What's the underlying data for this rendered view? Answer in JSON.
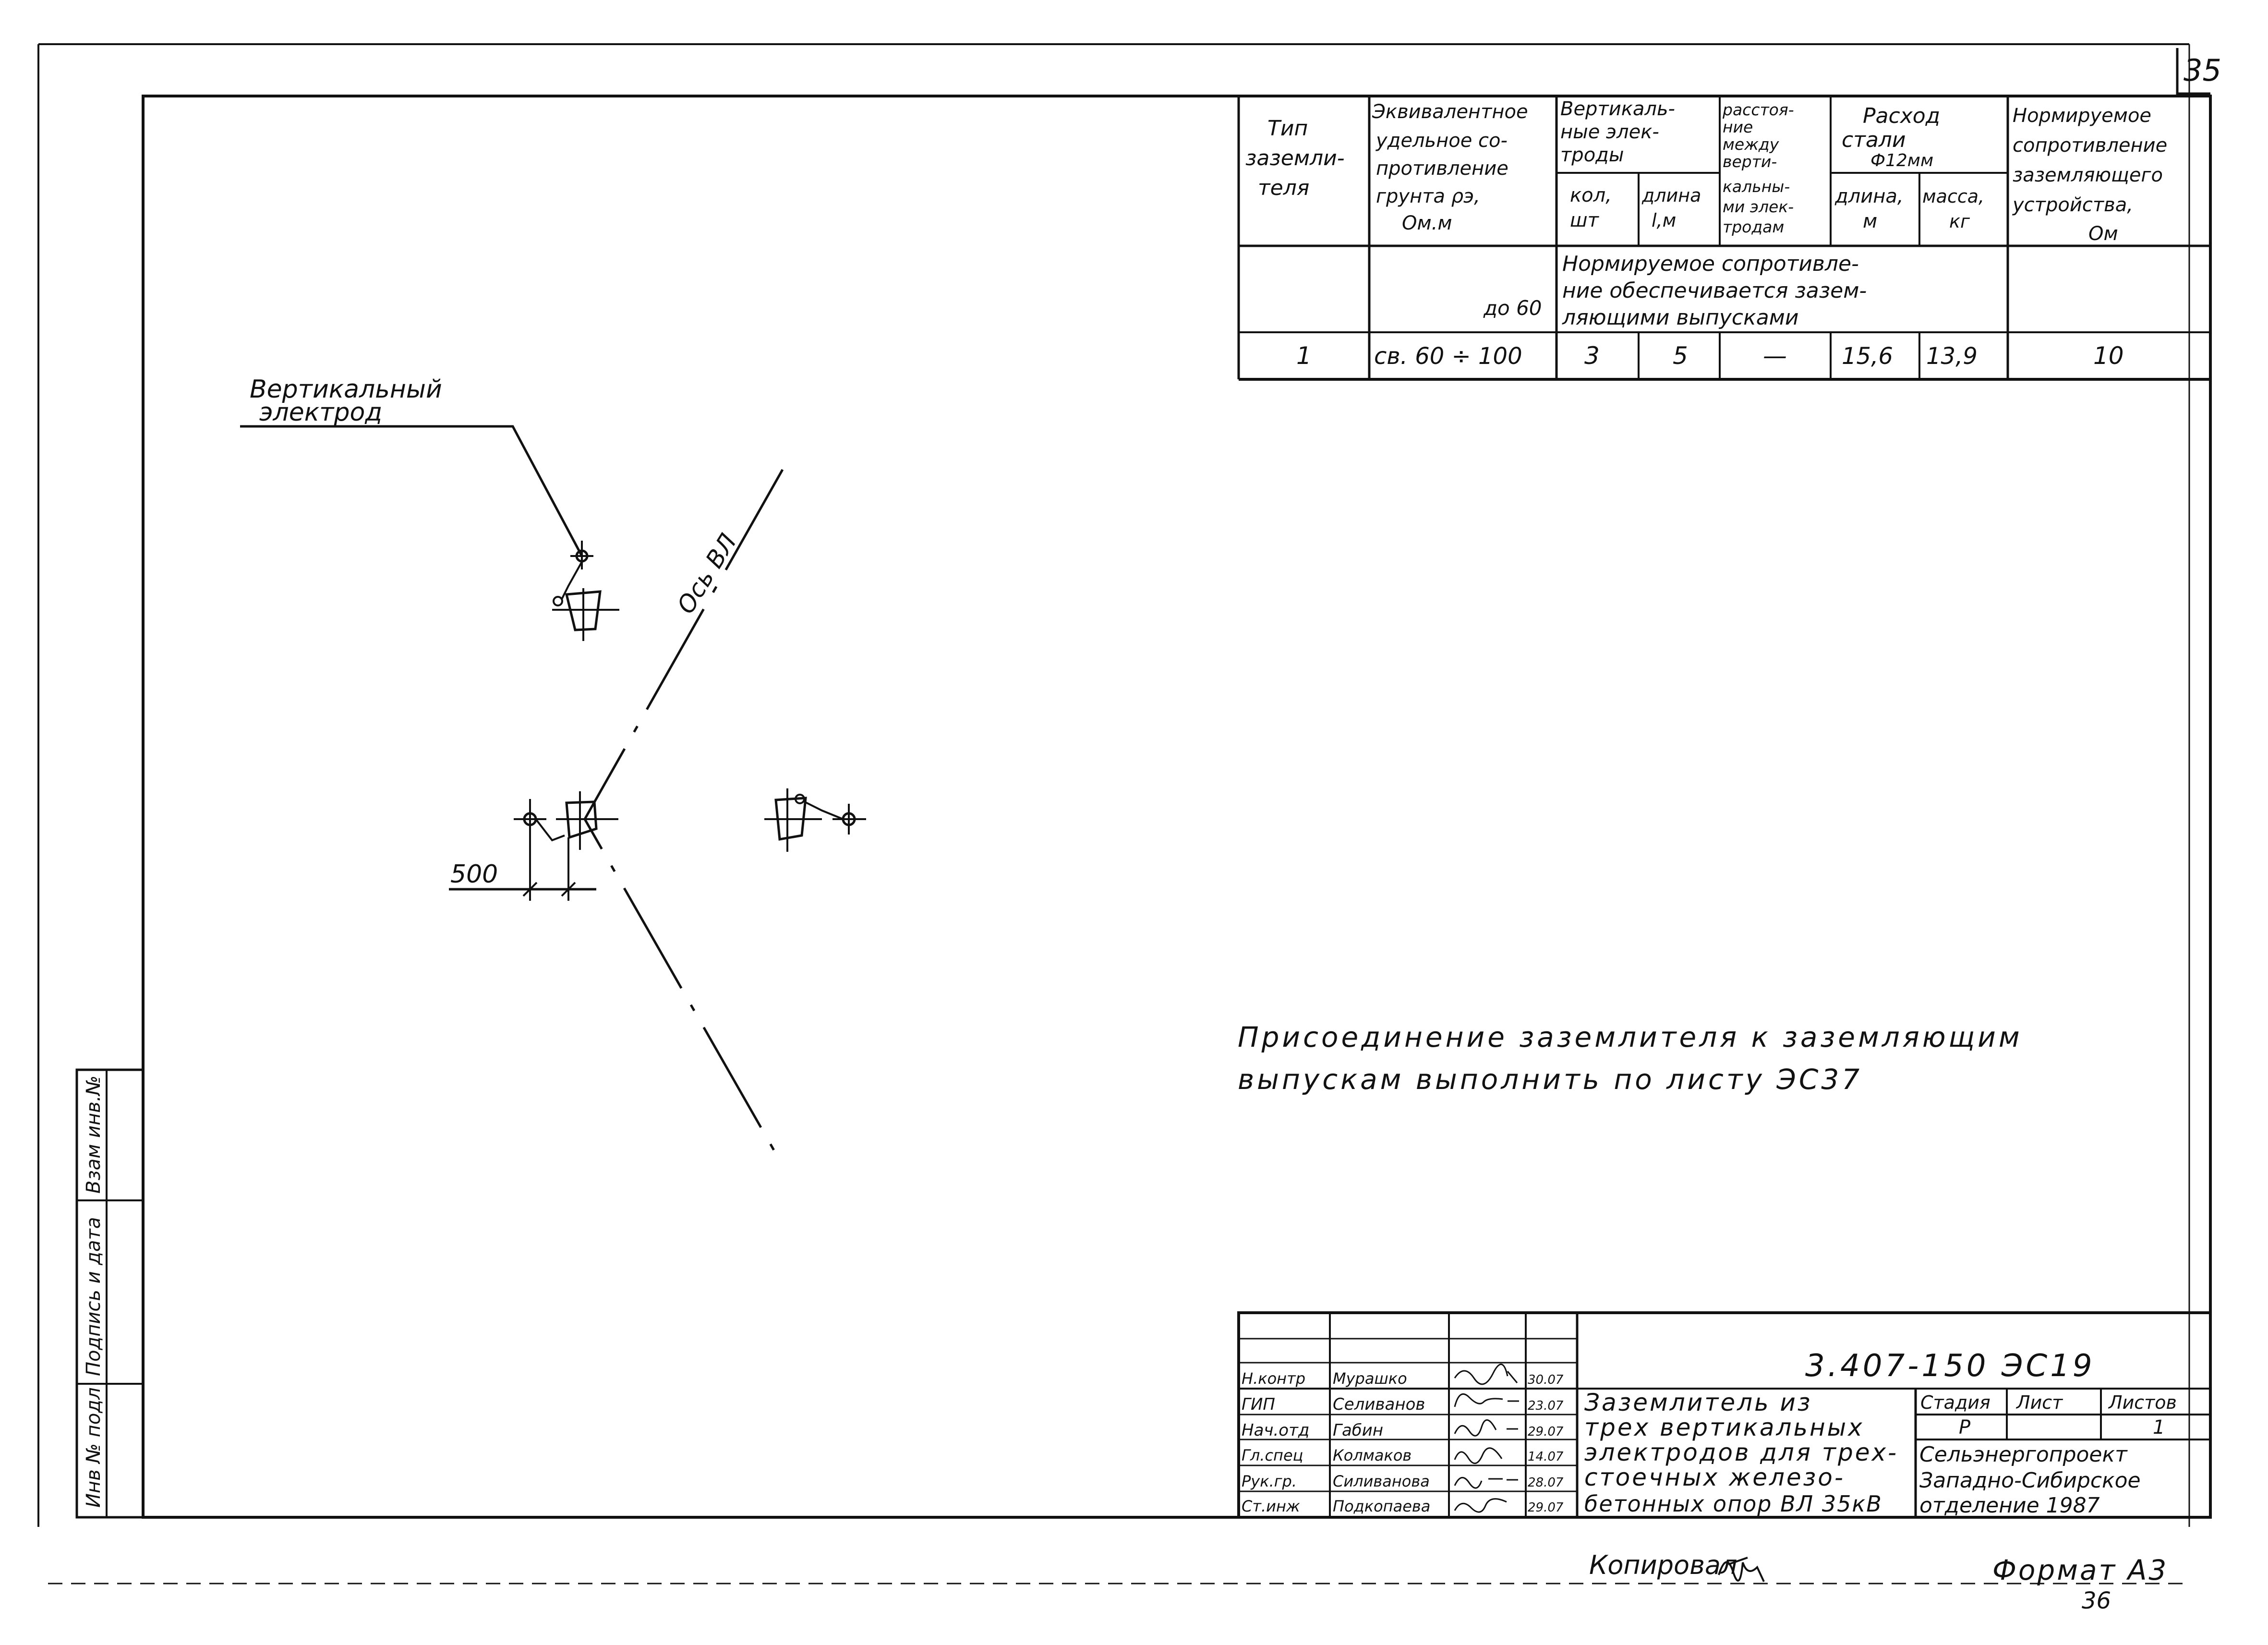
{
  "sheet": {
    "page_number": "35",
    "footer_copied": "Копировал",
    "footer_format": "Формат А3",
    "footer_sheet_count": "36"
  },
  "param_table": {
    "h_type": [
      "Тип",
      "заземли-",
      "теля"
    ],
    "h_resistivity": [
      "Эквивалентное",
      "удельное со-",
      "противление",
      "грунта ρэ,",
      "Ом.м"
    ],
    "h_vert": [
      "Вертикаль-",
      "ные элек-",
      "троды"
    ],
    "h_count": [
      "кол,",
      "шт"
    ],
    "h_length": [
      "длина",
      "l,м"
    ],
    "h_distance": [
      "расстоя-",
      "ние",
      "между",
      "верти-",
      "кальны-",
      "ми элек-",
      "тродам"
    ],
    "h_steel": [
      "Расход",
      "стали",
      "Ф12мм"
    ],
    "h_steel_len": [
      "длина,",
      "м"
    ],
    "h_steel_mass": [
      "масса,",
      "кг"
    ],
    "h_norm": [
      "Нормируемое",
      "сопротивление",
      "заземляющего",
      "устройства,",
      "Ом"
    ],
    "row1": {
      "resistivity": "до 60",
      "note": [
        "Нормируемое сопротивле-",
        "ние обеспечивается зазем-",
        "ляющими выпусками"
      ]
    },
    "row2": {
      "type": "1",
      "resistivity": "св. 60 ÷ 100",
      "count": "3",
      "length": "5",
      "distance": "—",
      "steel_length": "15,6",
      "steel_mass": "13,9",
      "norm": "10"
    }
  },
  "drawing": {
    "label_electrode": [
      "Вертикальный",
      "электрод"
    ],
    "label_axis": "Ось ВЛ",
    "dim_500": "500"
  },
  "note": {
    "line1": "Присоединение заземлителя к заземляющим",
    "line2": "выпускам выполнить по листу ЭС37"
  },
  "side_stamp": {
    "inv_original": "Инв № подл",
    "signature_date": "Подпись и дата",
    "replaces_inv": "Взам инв.№"
  },
  "title_block": {
    "code": "3.407-150   ЭС19",
    "roles": [
      {
        "role": "Н.контр",
        "name": "Мурашко",
        "date": "30.07"
      },
      {
        "role": "ГИП",
        "name": "Селиванов",
        "date": "23.07"
      },
      {
        "role": "Нач.отд",
        "name": "Габин",
        "date": "29.07"
      },
      {
        "role": "Гл.спец",
        "name": "Колмаков",
        "date": "14.07"
      },
      {
        "role": "Рук.гр.",
        "name": "Силиванова",
        "date": "28.07"
      },
      {
        "role": "Ст.инж",
        "name": "Подкопаева",
        "date": "29.07"
      }
    ],
    "doc_title": [
      "Заземлитель из",
      "трех вертикальных",
      "электродов для трех-",
      "стоечных железо-",
      "бетонных опор ВЛ 35кВ"
    ],
    "h_stage": "Стадия",
    "h_sheet": "Лист",
    "h_sheets": "Листов",
    "stage": "Р",
    "sheets": "1",
    "org": [
      "Сельэнергопроект",
      "Западно-Сибирское",
      "отделение   1987"
    ]
  }
}
